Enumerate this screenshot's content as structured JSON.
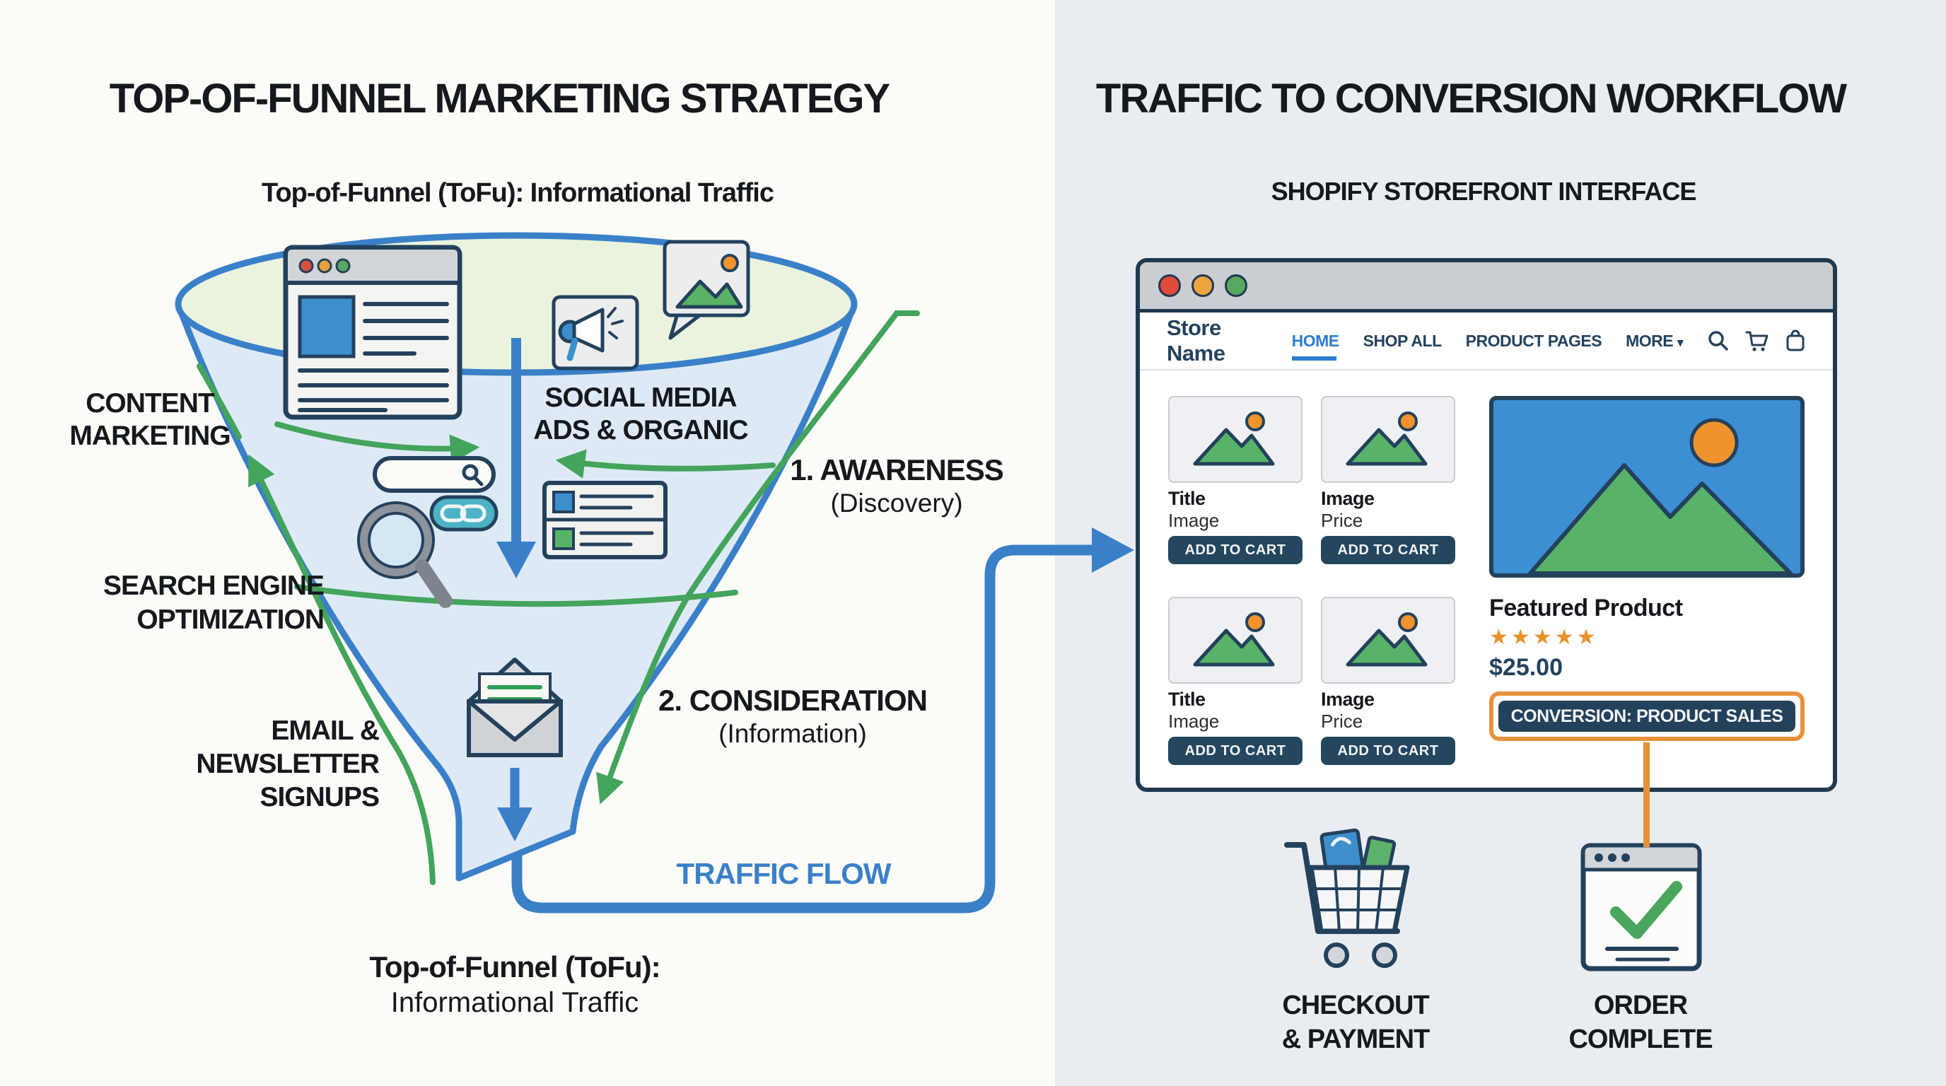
{
  "left": {
    "title": "TOP-OF-FUNNEL MARKETING STRATEGY",
    "subtitle": "Top-of-Funnel (ToFu): Informational Traffic",
    "labels": {
      "content_marketing": "CONTENT\nMARKETING",
      "seo": "SEARCH ENGINE\nOPTIMIZATION",
      "email_signups": "EMAIL &\nNEWSLETTER\nSIGNUPS",
      "social_media": "SOCIAL MEDIA\nADS & ORGANIC",
      "awareness_title": "1. AWARENESS",
      "awareness_sub": "(Discovery)",
      "consideration_title": "2. CONSIDERATION",
      "consideration_sub": "(Information)",
      "traffic_flow": "TRAFFIC FLOW",
      "footer_bold": "Top-of-Funnel (ToFu):",
      "footer_regular": "Informational Traffic"
    }
  },
  "right": {
    "title": "TRAFFIC TO CONVERSION WORKFLOW",
    "subtitle": "SHOPIFY STOREFRONT INTERFACE",
    "storefront": {
      "store_name": "Store Name",
      "nav": [
        "HOME",
        "SHOP ALL",
        "PRODUCT PAGES",
        "MORE"
      ],
      "more_chevron": "▾",
      "products": [
        {
          "title": "Title",
          "subtitle": "Image",
          "button": "ADD TO CART"
        },
        {
          "title": "Image",
          "subtitle": "Price",
          "button": "ADD TO CART"
        },
        {
          "title": "Title",
          "subtitle": "Image",
          "button": "ADD TO CART"
        },
        {
          "title": "Image",
          "subtitle": "Price",
          "button": "ADD TO CART"
        }
      ],
      "featured": {
        "title": "Featured Product",
        "rating_stars": "★★★★★",
        "price": "$25.00",
        "badge": "CONVERSION: PRODUCT SALES"
      }
    },
    "steps": [
      {
        "label": "CHECKOUT\n& PAYMENT"
      },
      {
        "label": "ORDER\nCOMPLETE"
      }
    ]
  },
  "colors": {
    "funnel_blue": "#3a80c8",
    "funnel_fill": "#ddeaf6",
    "ellipse_fill": "#e9f3de",
    "green": "#44a45c",
    "navy": "#24415c",
    "orange": "#e8913a",
    "home_blue": "#2e7cd0",
    "right_bg": "#e9edf2"
  }
}
